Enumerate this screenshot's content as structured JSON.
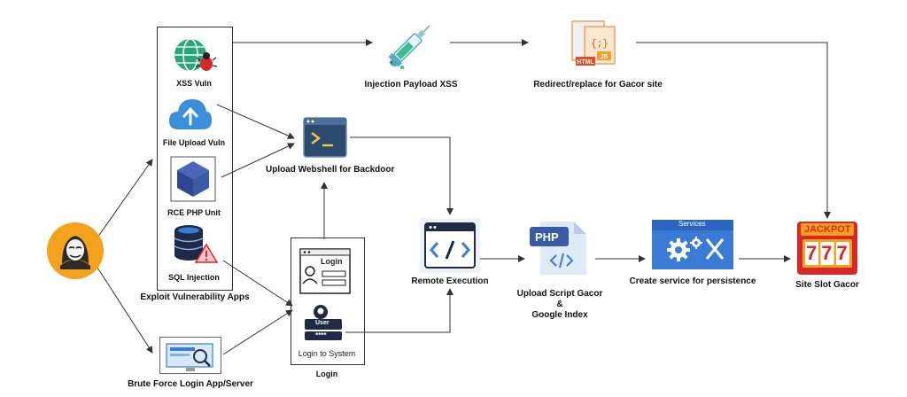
{
  "title": "",
  "nodes": {
    "attacker": {
      "icon": "hacker-icon"
    },
    "xss": {
      "label": "XSS Vuln",
      "icon": "globe-bug-icon"
    },
    "file_upload": {
      "label": "File Upload Vuln",
      "icon": "cloud-upload-icon"
    },
    "rce": {
      "label": "RCE PHP Unit",
      "icon": "cube-icon"
    },
    "sqli": {
      "label": "SQL Injection",
      "icon": "database-warning-icon"
    },
    "exploit_group": {
      "label": "Exploit Vulnerability Apps"
    },
    "brute": {
      "label": "Brute Force Login App/Server",
      "icon": "monitor-search-icon"
    },
    "injection": {
      "label": "Injection Payload XSS",
      "icon": "syringe-icon"
    },
    "redirect": {
      "label": "Redirect/replace for Gacor site",
      "icon": "html-js-file-icon"
    },
    "webshell": {
      "label": "Upload Webshell for Backdoor",
      "icon": "terminal-icon"
    },
    "login": {
      "label": "Login",
      "inner_login": "Login",
      "inner_system": "Login to System",
      "user_tag": "User",
      "password_mask": "****",
      "icon": "login-form-icon"
    },
    "remote": {
      "label": "Remote Execution",
      "icon": "code-window-icon"
    },
    "upload_script": {
      "label_line1": "Upload Script Gacor",
      "label_line2": "&",
      "label_line3": "Google Index",
      "php": "PHP",
      "icon": "php-file-icon"
    },
    "service": {
      "label": "Create service for persistence",
      "header": "Services",
      "icon": "gears-icon"
    },
    "slot": {
      "label": "Site Slot Gacor",
      "jackpot": "JACKPOT",
      "reels": "777",
      "icon": "slot-machine-icon"
    }
  },
  "colors": {
    "accent_blue": "#3a7bd5",
    "orange": "#f4a21b",
    "red": "#d62828",
    "dark": "#1f2a44",
    "line": "#333333"
  }
}
